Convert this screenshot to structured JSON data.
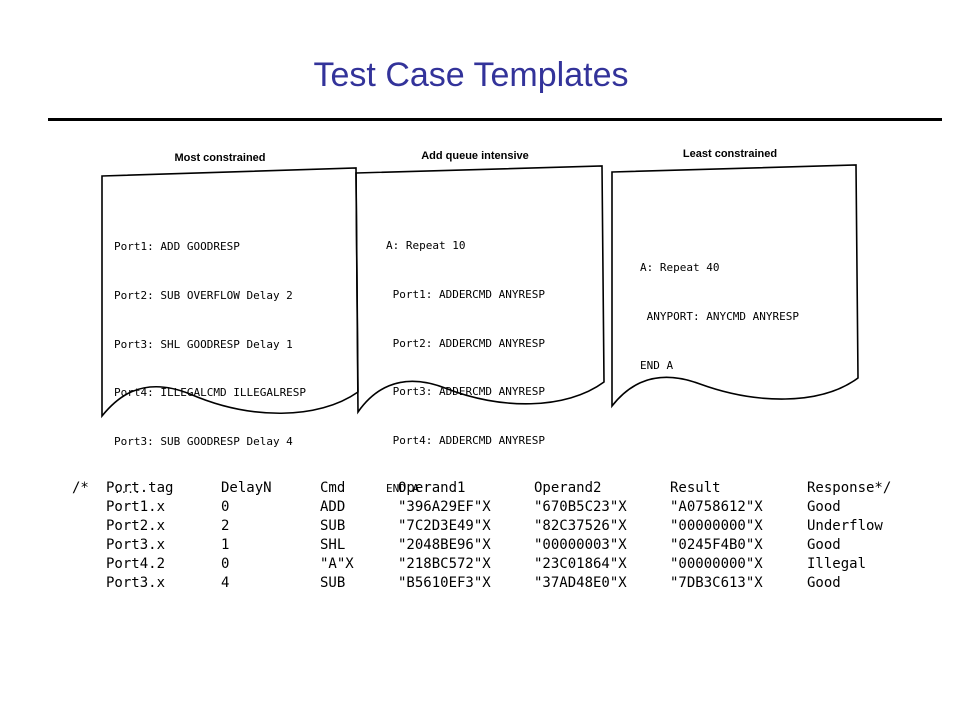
{
  "title": "Test Case Templates",
  "documents": [
    {
      "heading": "Most constrained",
      "lines": [
        "Port1: ADD GOODRESP",
        "Port2: SUB OVERFLOW Delay 2",
        "Port3: SHL GOODRESP Delay 1",
        "Port4: ILLEGALCMD ILLEGALRESP",
        "Port3: SUB GOODRESP Delay 4",
        "...."
      ]
    },
    {
      "heading": "Add queue intensive",
      "lines": [
        "A: Repeat 10",
        " Port1: ADDERCMD ANYRESP",
        " Port2: ADDERCMD ANYRESP",
        " Port3: ADDERCMD ANYRESP",
        " Port4: ADDERCMD ANYRESP",
        "END A"
      ]
    },
    {
      "heading": "Least constrained",
      "lines": [
        "A: Repeat 40",
        " ANYPORT: ANYCMD ANYRESP",
        "END A"
      ]
    }
  ],
  "table": {
    "comment_open": "/*",
    "headers": [
      "Port.tag",
      "DelayN",
      "Cmd",
      "Operand1",
      "Operand2",
      "Result",
      "Response*/"
    ],
    "rows": [
      [
        "Port1.x",
        "0",
        "ADD",
        "\"396A29EF\"X",
        "\"670B5C23\"X",
        "\"A0758612\"X",
        "Good"
      ],
      [
        "Port2.x",
        "2",
        "SUB",
        "\"7C2D3E49\"X",
        "\"82C37526\"X",
        "\"00000000\"X",
        "Underflow"
      ],
      [
        "Port3.x",
        "1",
        "SHL",
        "\"2048BE96\"X",
        "\"00000003\"X",
        "\"0245F4B0\"X",
        "Good"
      ],
      [
        "Port4.2",
        "0",
        "\"A\"X",
        "\"218BC572\"X",
        "\"23C01864\"X",
        "\"00000000\"X",
        "Illegal"
      ],
      [
        "Port3.x",
        "4",
        "SUB",
        "\"B5610EF3\"X",
        "\"37AD48E0\"X",
        "\"7DB3C613\"X",
        "Good"
      ]
    ]
  }
}
